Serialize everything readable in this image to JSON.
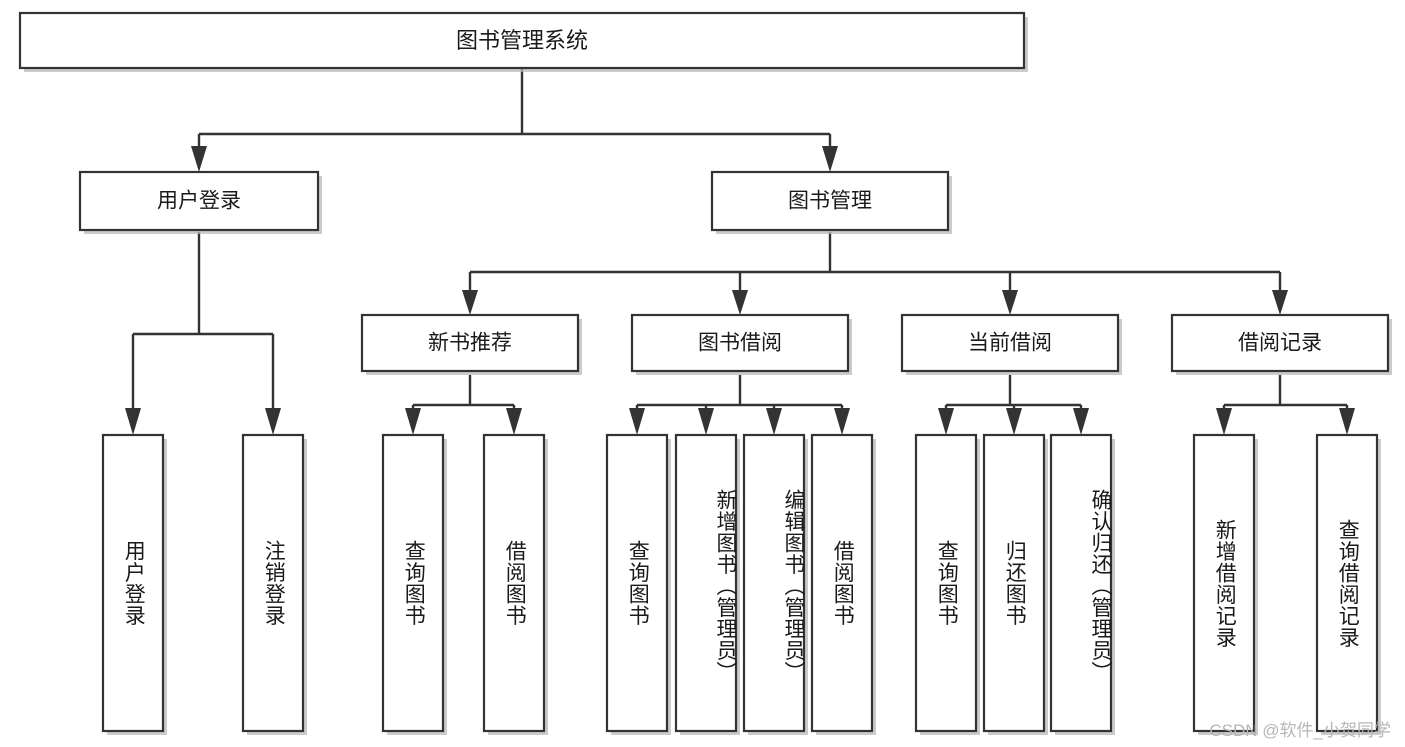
{
  "diagram": {
    "title": "图书管理系统",
    "type": "tree-hierarchy-chart",
    "watermark": "CSDN @软件_小贺同学",
    "style": {
      "box_fill": "#ffffff",
      "box_stroke": "#333333",
      "connector_color": "#333333",
      "text_color": "#1a1a1a",
      "watermark_color": "#b6b6b6",
      "background": "#ffffff"
    },
    "levels": {
      "level0": [
        "图书管理系统"
      ],
      "level1": [
        "用户登录",
        "图书管理"
      ],
      "level2": [
        "新书推荐",
        "图书借阅",
        "当前借阅",
        "借阅记录"
      ],
      "level3": [
        "用户登录",
        "注销登录",
        "查询图书",
        "借阅图书",
        "查询图书",
        "新增图书（管理员）",
        "编辑图书（管理员）",
        "借阅图书",
        "查询图书",
        "归还图书",
        "确认归还（管理员）",
        "新增借阅记录",
        "查询借阅记录"
      ]
    },
    "nodes": {
      "root": {
        "label": "图书管理系统"
      },
      "user_login": {
        "label": "用户登录"
      },
      "book_manage": {
        "label": "图书管理"
      },
      "new_book_rec": {
        "label": "新书推荐"
      },
      "book_borrow": {
        "label": "图书借阅"
      },
      "current_borrow": {
        "label": "当前借阅"
      },
      "borrow_record": {
        "label": "借阅记录"
      },
      "leaf_user_login": {
        "label": "用户登录"
      },
      "leaf_logout": {
        "label": "注销登录"
      },
      "leaf_query_book_1": {
        "label": "查询图书"
      },
      "leaf_borrow_book_1": {
        "label": "借阅图书"
      },
      "leaf_query_book_2": {
        "label": "查询图书"
      },
      "leaf_add_book": {
        "label": "新增图书（管理员）"
      },
      "leaf_edit_book": {
        "label": "编辑图书（管理员）"
      },
      "leaf_borrow_book_2": {
        "label": "借阅图书"
      },
      "leaf_query_book_3": {
        "label": "查询图书"
      },
      "leaf_return_book": {
        "label": "归还图书"
      },
      "leaf_confirm_return": {
        "label": "确认归还（管理员）"
      },
      "leaf_add_record": {
        "label": "新增借阅记录"
      },
      "leaf_query_record": {
        "label": "查询借阅记录"
      }
    },
    "edges": [
      {
        "from": "root",
        "to": "user_login"
      },
      {
        "from": "root",
        "to": "book_manage"
      },
      {
        "from": "user_login",
        "to": "leaf_user_login"
      },
      {
        "from": "user_login",
        "to": "leaf_logout"
      },
      {
        "from": "book_manage",
        "to": "new_book_rec"
      },
      {
        "from": "book_manage",
        "to": "book_borrow"
      },
      {
        "from": "book_manage",
        "to": "current_borrow"
      },
      {
        "from": "book_manage",
        "to": "borrow_record"
      },
      {
        "from": "new_book_rec",
        "to": "leaf_query_book_1"
      },
      {
        "from": "new_book_rec",
        "to": "leaf_borrow_book_1"
      },
      {
        "from": "book_borrow",
        "to": "leaf_query_book_2"
      },
      {
        "from": "book_borrow",
        "to": "leaf_add_book"
      },
      {
        "from": "book_borrow",
        "to": "leaf_edit_book"
      },
      {
        "from": "book_borrow",
        "to": "leaf_borrow_book_2"
      },
      {
        "from": "current_borrow",
        "to": "leaf_query_book_3"
      },
      {
        "from": "current_borrow",
        "to": "leaf_return_book"
      },
      {
        "from": "current_borrow",
        "to": "leaf_confirm_return"
      },
      {
        "from": "borrow_record",
        "to": "leaf_add_record"
      },
      {
        "from": "borrow_record",
        "to": "leaf_query_record"
      }
    ]
  }
}
